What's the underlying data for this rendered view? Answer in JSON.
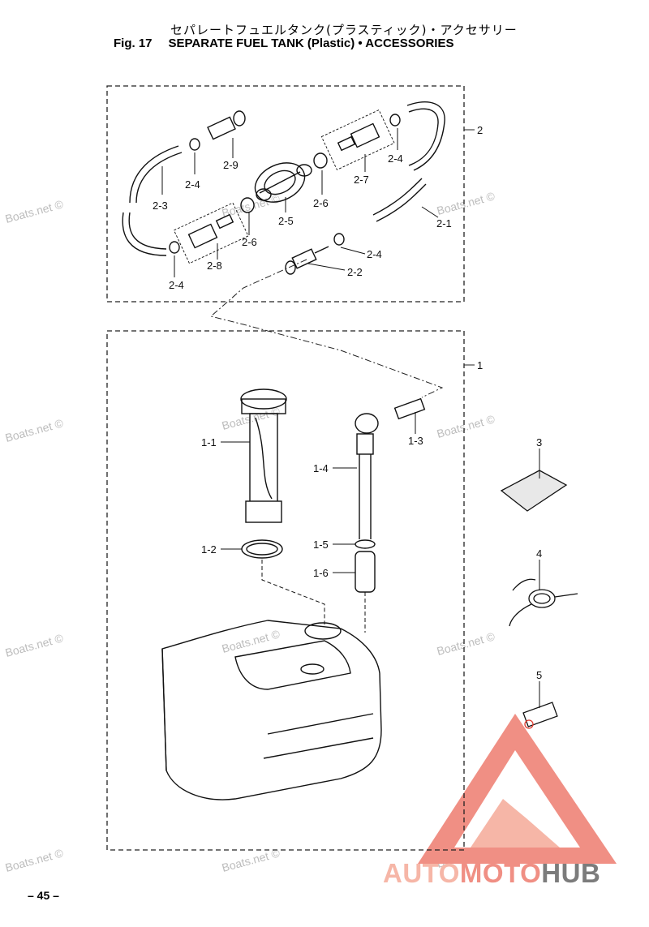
{
  "header": {
    "title_jp": "セパレートフュエルタンク(プラスティック)・アクセサリー",
    "fig": "Fig. 17",
    "title_en": "SEPARATE FUEL TANK (Plastic) • ACCESSORIES"
  },
  "labels": {
    "l1": "1",
    "l2": "2",
    "l21": "2-1",
    "l22": "2-2",
    "l23": "2-3",
    "l24a": "2-4",
    "l24b": "2-4",
    "l24c": "2-4",
    "l24d": "2-4",
    "l25": "2-5",
    "l26a": "2-6",
    "l26b": "2-6",
    "l27": "2-7",
    "l28": "2-8",
    "l29": "2-9",
    "l11": "1-1",
    "l12": "1-2",
    "l13": "1-3",
    "l14": "1-4",
    "l15": "1-5",
    "l16": "1-6",
    "l3": "3",
    "l4": "4",
    "l5": "5"
  },
  "watermark": "Boats.net ©",
  "page_number": "– 45 –",
  "brand": {
    "part1": "AUTO",
    "part2": "MOTO",
    "part3": "HUB"
  },
  "colors": {
    "logo_red": "#f08f84",
    "logo_light": "#f6b6a7",
    "logo_gray": "#7c7c7c"
  }
}
